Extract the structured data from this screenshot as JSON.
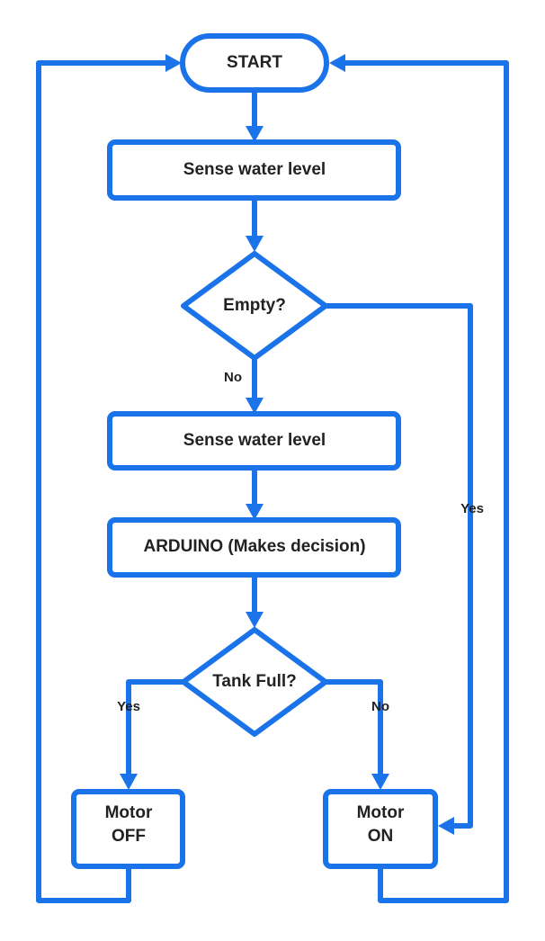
{
  "colors": {
    "accent": "#1a73e8",
    "text": "#222222",
    "background": "#ffffff"
  },
  "nodes": {
    "start": {
      "label": "START"
    },
    "sense1": {
      "label": "Sense water level"
    },
    "empty": {
      "label": "Empty?"
    },
    "sense2": {
      "label": "Sense water level"
    },
    "arduino": {
      "label": "ARDUINO (Makes decision)"
    },
    "tankfull": {
      "label": "Tank Full?"
    },
    "motor_off": {
      "label_line1": "Motor",
      "label_line2": "OFF"
    },
    "motor_on": {
      "label_line1": "Motor",
      "label_line2": "ON"
    }
  },
  "edges": {
    "empty_no": "No",
    "empty_yes": "Yes",
    "tankfull_yes": "Yes",
    "tankfull_no": "No"
  }
}
